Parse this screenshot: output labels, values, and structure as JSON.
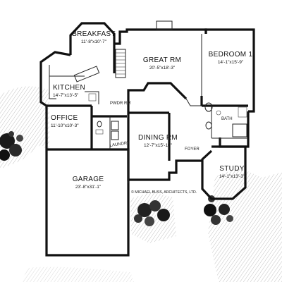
{
  "rooms": {
    "breakfast": {
      "name": "BREAKFAST",
      "dim": "11'-8\"x10'-7\""
    },
    "kitchen": {
      "name": "KITCHEN",
      "dim": "14'-7\"x13'-5\""
    },
    "office": {
      "name": "OFFICE",
      "dim": "11'-10\"x10'-3\""
    },
    "great_rm": {
      "name": "GREAT RM",
      "dim": "20'-5\"x18'-3\""
    },
    "bedroom1": {
      "name": "BEDROOM 1",
      "dim": "14'-1\"x15'-9\""
    },
    "dining_rm": {
      "name": "DINING RM",
      "dim": "12'-7\"x15'-10\""
    },
    "garage": {
      "name": "GARAGE",
      "dim": "23'-8\"x31'-1\""
    },
    "study": {
      "name": "STUDY",
      "dim": "14'-1\"x13'-3\""
    }
  },
  "labels": {
    "pwdr_rm": "PWDR RM",
    "bath": "BATH",
    "laundry": "LAUNDRY",
    "foyer": "FOYER"
  },
  "copyright": "© MICHAEL BUSS, ARCHITECTS, LTD."
}
